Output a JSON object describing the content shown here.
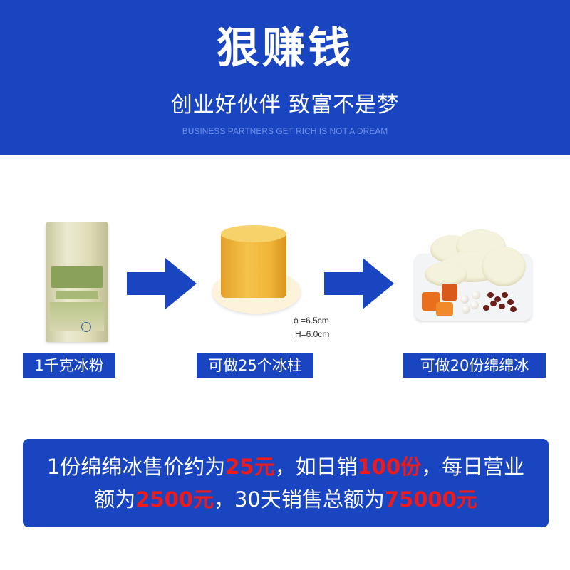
{
  "header": {
    "title": "狠赚钱",
    "subtitle": "创业好伙伴  致富不是梦",
    "subtitle_en": "BUSINESS PARTNERS GET RICH IS NOT A DREAM"
  },
  "steps": [
    {
      "label": "1千克冰粉"
    },
    {
      "label": "可做25个冰柱",
      "dimensions": [
        "ϕ =6.5cm",
        "H=6.0cm"
      ]
    },
    {
      "label": "可做20份绵绵冰"
    }
  ],
  "footer": {
    "line1": {
      "t1": "1份绵绵冰售价约为",
      "r1": "25元",
      "t2": "，如日销",
      "r2": "100份",
      "t3": "，每日营业"
    },
    "line2": {
      "t1": "额为",
      "r1": "2500元",
      "t2": "，30天销售总额为",
      "r2": "75000元"
    }
  },
  "colors": {
    "brand_blue": "#1a45c0",
    "highlight_red": "#f01a1a",
    "white": "#ffffff"
  }
}
